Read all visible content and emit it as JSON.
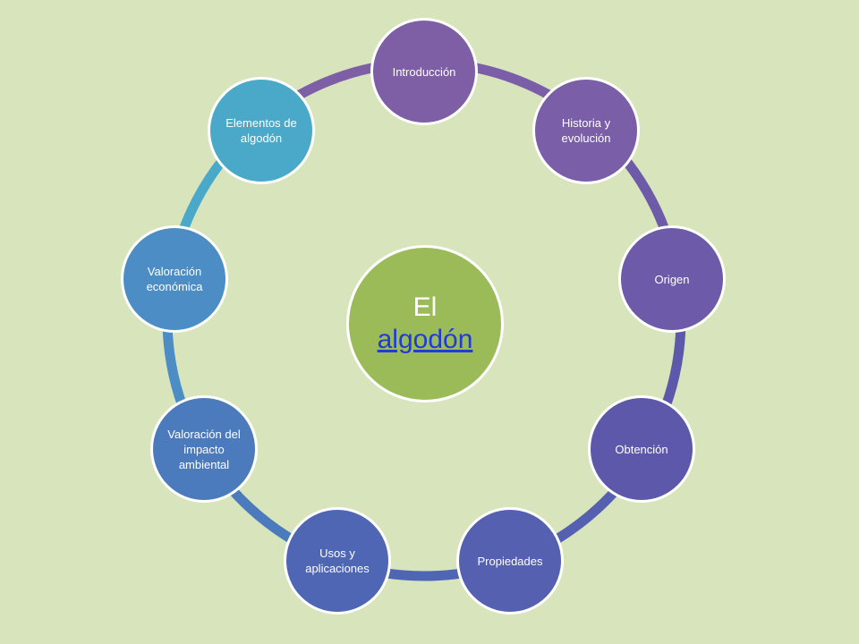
{
  "center": {
    "prefix": "El",
    "link_text": "algodón",
    "color": "#9bbb59",
    "link_color": "#1f3bd8"
  },
  "nodes": [
    {
      "id": "introduccion",
      "label": "Introducción",
      "color": "#7e5fa6"
    },
    {
      "id": "historia",
      "label": "Historia y evolución",
      "color": "#7a5fa8"
    },
    {
      "id": "origen",
      "label": "Origen",
      "color": "#6d5aa9"
    },
    {
      "id": "obtencion",
      "label": "Obtención",
      "color": "#5e58ab"
    },
    {
      "id": "propiedades",
      "label": "Propiedades",
      "color": "#5560b0"
    },
    {
      "id": "usos",
      "label": "Usos y aplicaciones",
      "color": "#4e66b4"
    },
    {
      "id": "impacto",
      "label": "Valoración del impacto ambiental",
      "color": "#4c7bbd"
    },
    {
      "id": "economica",
      "label": "Valoración económica",
      "color": "#4b8dc4"
    },
    {
      "id": "elementos",
      "label": "Elementos de algodón",
      "color": "#4aa9c9"
    }
  ],
  "background": "#d8e4bc"
}
